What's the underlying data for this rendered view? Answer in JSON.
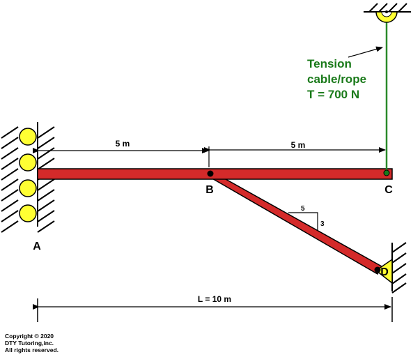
{
  "labels": {
    "point_a": "A",
    "point_b": "B",
    "point_c": "C",
    "point_d": "D"
  },
  "dimensions": {
    "ab": "5 m",
    "bc": "5 m",
    "total": "L = 10 m"
  },
  "slope": {
    "run": "5",
    "rise": "3"
  },
  "cable": {
    "line1": "Tension",
    "line2": "cable/rope",
    "line3": "T = 700 N"
  },
  "copyright": {
    "line1": "Copyright © 2020",
    "line2": "DTY Tutoring,inc.",
    "line3": "All rights reserved."
  },
  "colors": {
    "beam": "#d42a2a",
    "cable": "#2a8a2a",
    "support": "#ffff44",
    "text_cable": "#1a7a1a"
  }
}
